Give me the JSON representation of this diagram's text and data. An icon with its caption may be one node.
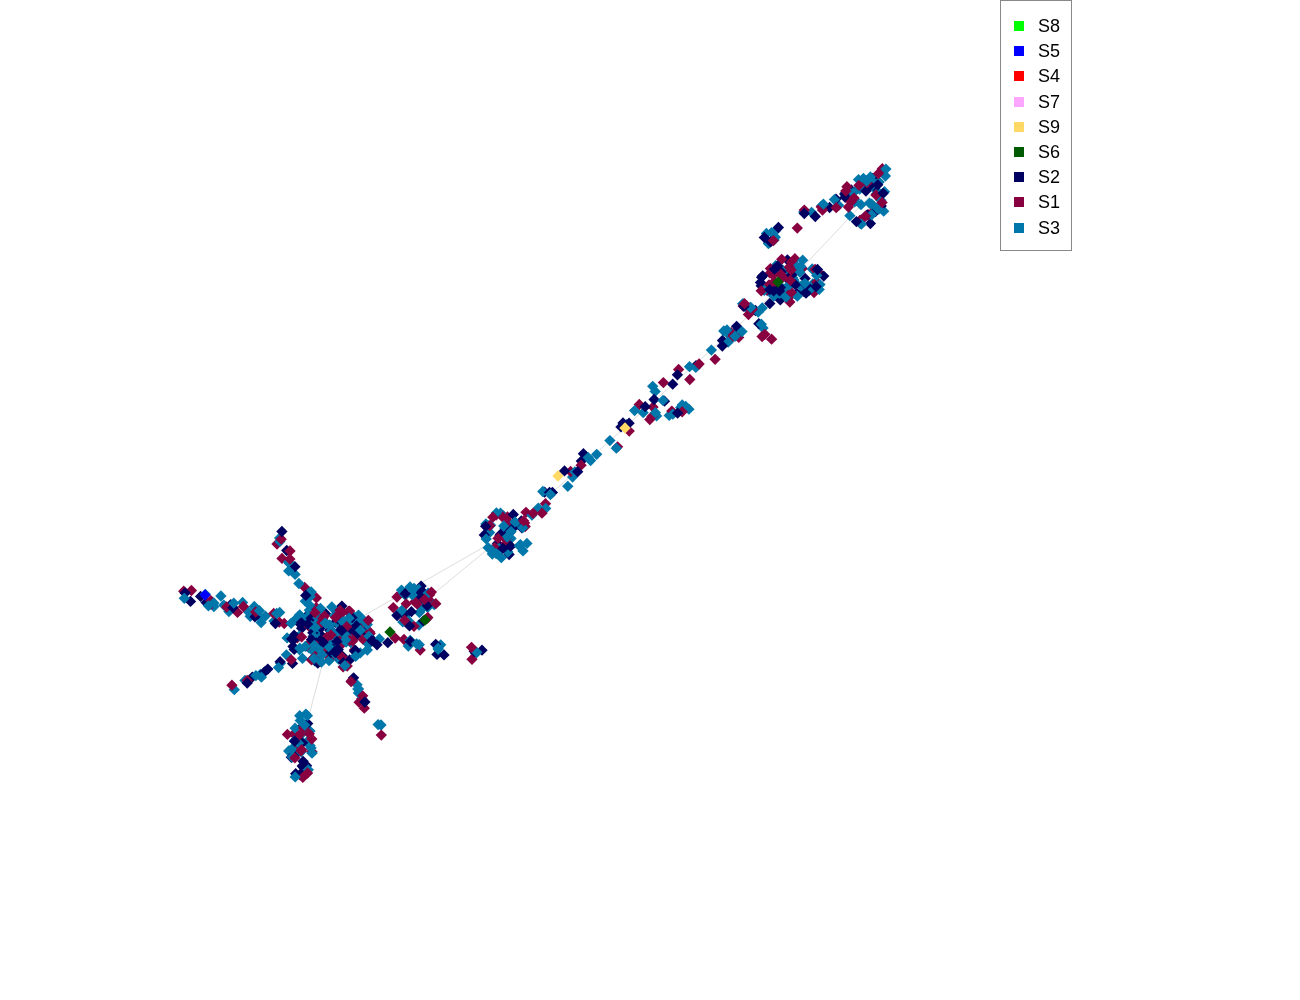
{
  "diagram": {
    "legend": [
      {
        "text": "S8",
        "color": "#00ff00"
      },
      {
        "text": "S5",
        "color": "#0000ff"
      },
      {
        "text": "S4",
        "color": "#ff0000"
      },
      {
        "text": "S7",
        "color": "#ffa6ff"
      },
      {
        "text": "S9",
        "color": "#ffd966"
      },
      {
        "text": "S6",
        "color": "#005a00"
      },
      {
        "text": "S2",
        "color": "#000060"
      },
      {
        "text": "S1",
        "color": "#880040"
      },
      {
        "text": "S3",
        "color": "#0077aa"
      }
    ]
  }
}
